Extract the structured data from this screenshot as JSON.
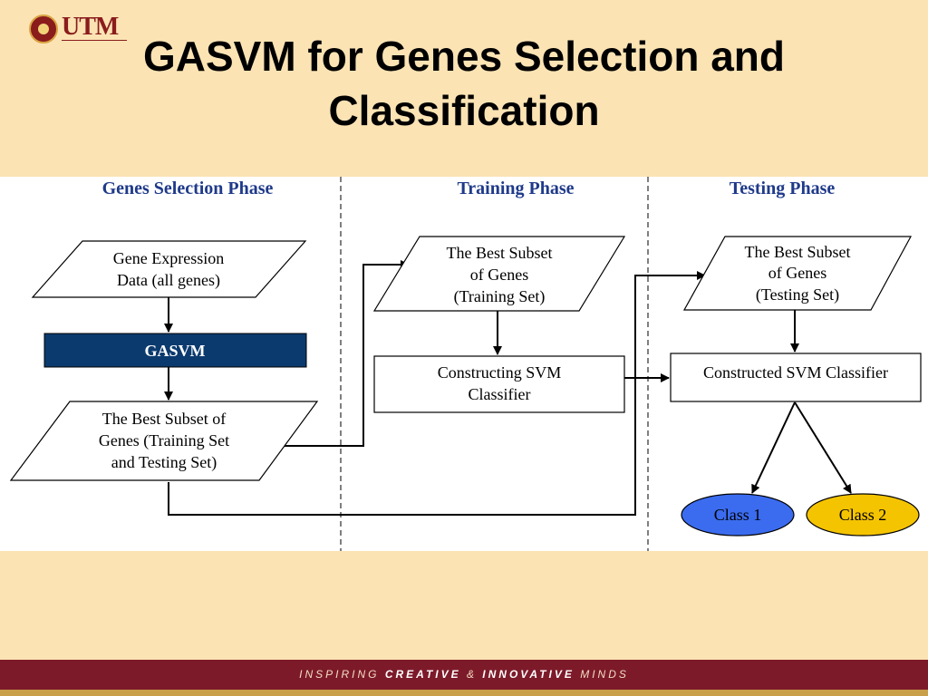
{
  "slide": {
    "title": "GASVM for Genes Selection and\nClassification",
    "logo_text": "UTM",
    "footer": {
      "part1": "INSPIRING ",
      "part2": "CREATIVE",
      "part3": " & ",
      "part4": "INNOVATIVE",
      "part5": " MINDS"
    }
  },
  "diagram": {
    "phases": {
      "selection": "Genes Selection Phase",
      "training": "Training Phase",
      "testing": "Testing Phase"
    },
    "nodes": {
      "gene_expr": [
        "Gene Expression",
        "Data (all genes)"
      ],
      "gasvm": "GASVM",
      "best_subset_all": [
        "The Best Subset of",
        "Genes (Training Set",
        "and Testing Set)"
      ],
      "best_subset_train": [
        "The Best Subset",
        "of Genes",
        "(Training Set)"
      ],
      "constructing_svm": [
        "Constructing SVM",
        "Classifier"
      ],
      "best_subset_test": [
        "The Best Subset",
        "of Genes",
        "(Testing Set)"
      ],
      "constructed_svm": "Constructed SVM Classifier",
      "class1": "Class 1",
      "class2": "Class 2"
    },
    "colors": {
      "phase_text": "#1f3a8a",
      "gasvm_fill": "#0b3a6e",
      "class1_fill": "#3b6cf0",
      "class2_fill": "#f5c400"
    }
  }
}
